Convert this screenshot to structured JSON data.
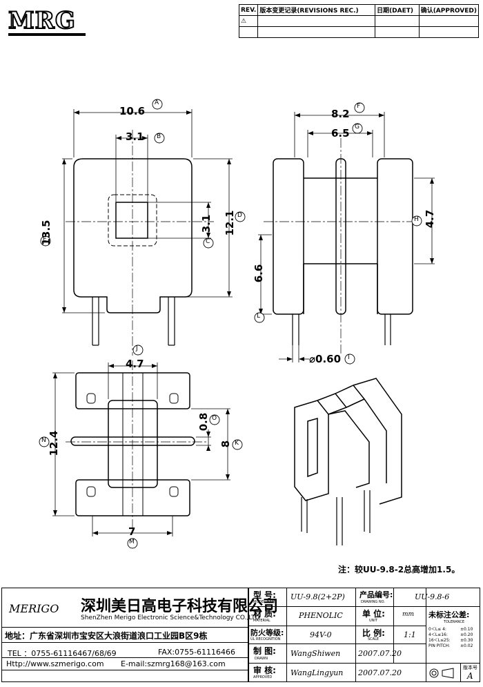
{
  "header": {
    "logo_text": "MRG",
    "revision_table": {
      "columns": [
        "REV.",
        "版本变更记录(REVISIONS REC.)",
        "日期(DAET)",
        "确认(APPROVED)"
      ],
      "rows": [
        [
          "⚠",
          "",
          "",
          ""
        ],
        [
          "",
          "",
          "",
          ""
        ]
      ]
    }
  },
  "drawing": {
    "top_view": {
      "dims": {
        "width": "10.6",
        "core": "3.1",
        "height_outer": "13.5",
        "height_inner": "12.1",
        "core_height": "3.1"
      },
      "callouts": {
        "a": "A",
        "b": "B",
        "c": "C",
        "d": "D",
        "e": "E"
      }
    },
    "side_view": {
      "dims": {
        "width": "8.2",
        "inner": "6.5",
        "height": "4.7",
        "lead_height": "6.6",
        "pin_dia": "⌀0.60"
      },
      "callouts": {
        "f": "F",
        "g": "G",
        "h": "H",
        "i": "I",
        "l": "L"
      }
    },
    "bottom_view": {
      "dims": {
        "top": "4.7",
        "bottom": "7",
        "height": "12.4",
        "flange": "0.8",
        "pitch": "8"
      },
      "callouts": {
        "j": "J",
        "m": "M",
        "n": "N",
        "o": "O",
        "k": "K"
      }
    }
  },
  "note": "注：较UU-9.8-2总高增加1.5。",
  "title_block": {
    "company_logo": "MERIGO",
    "company_cn": "深圳美日高电子科技有限公司",
    "company_en": "ShenZhen Merigo Electronic Science&Technology CO.,LTD",
    "address": "地址：广东省深圳市宝安区大浪街道浪口工业园B区9栋",
    "tel": "TEL ：0755-61116467/68/69",
    "fax": "FAX:0755-61116466",
    "http": "Http://www.szmerigo.com",
    "email": "E-mail:szmrg168@163.com",
    "labels": {
      "model": "型 号:",
      "model_en": "MODEL NAME",
      "material": "材 质:",
      "material_en": "MATERIAL",
      "fire": "防火等级:",
      "fire_en": "UL RECOGNITION",
      "drawn": "制 图:",
      "drawn_en": "DRAWN",
      "approved": "审 核:",
      "approved_en": "APPROVED",
      "drawing_no": "产品编号:",
      "drawing_no_en": "DRAWING NO.",
      "unit": "单 位:",
      "unit_en": "UNIT",
      "scale": "比 例:",
      "scale_en": "SCALE",
      "tolerance": "未标注公差:",
      "tolerance_en": "TOLERANCE",
      "version": "版本号"
    },
    "values": {
      "model": "UU-9.8(2+2P)",
      "material": "PHENOLIC",
      "fire": "94V-0",
      "drawn_by": "WangShiwen",
      "drawn_date": "2007.07.20",
      "approved_by": "WangLingyun",
      "approved_date": "2007.07.20",
      "drawing_no": "UU-9.8-6",
      "unit": "mm",
      "scale": "1:1",
      "version": "A"
    },
    "tolerance_rows": [
      [
        "0＜L≤ 4:",
        "±0.10"
      ],
      [
        "4＜L≤16:",
        "±0.20"
      ],
      [
        "16＜L≤25:",
        "±0.30"
      ],
      [
        "PIN PITCH:",
        "±0.02"
      ]
    ]
  }
}
